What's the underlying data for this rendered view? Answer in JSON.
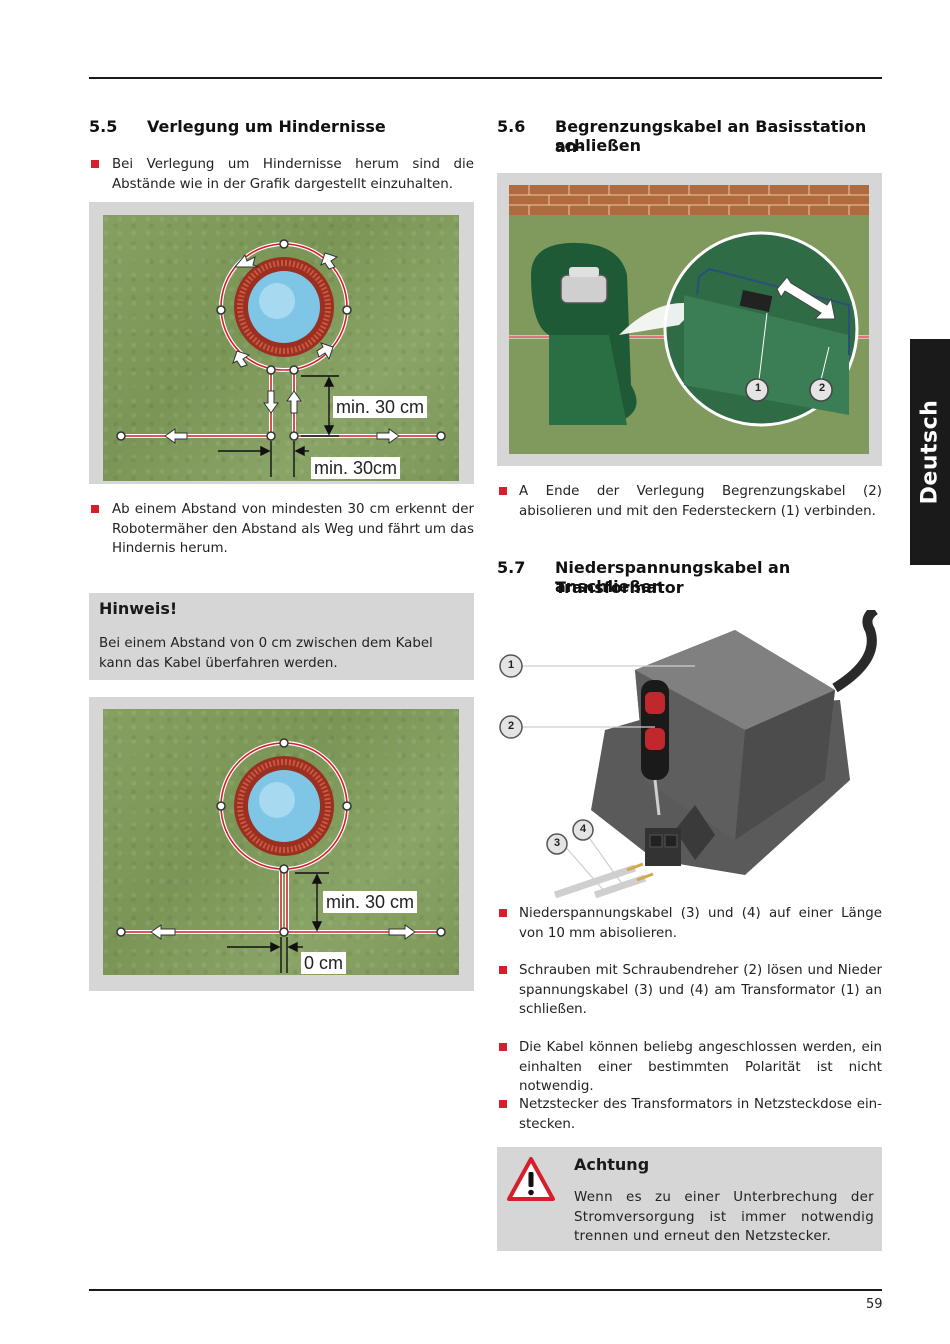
{
  "side_tab": "Deutsch",
  "page_number": "59",
  "section_5_5": {
    "number": "5.5",
    "title": "Verlegung um Hindernisse",
    "bullet1": "Bei Verlegung um Hindernisse herum sind die Abstände wie in der Grafik dargestellt einzuhalten.",
    "figure1_label_a": "min. 30 cm",
    "figure1_label_b": "min. 30cm",
    "bullet2": "Ab einem Abstand von mindesten 30 cm erkennt der Robotermäher den Abstand als Weg und fährt um das Hindernis herum.",
    "hint_title": "Hinweis!",
    "hint_text": "Bei einem Abstand von 0 cm zwischen dem Kabel kann das Kabel überfahren werden.",
    "figure2_label_a": "min. 30 cm",
    "figure2_label_b": "0 cm"
  },
  "section_5_6": {
    "number": "5.6",
    "title_line1": "Begrenzungskabel an Basisstation an-",
    "title_line2": "schließen",
    "callout_1": "1",
    "callout_2": "2",
    "bullet1": "A Ende der Verlegung Begrenzungskabel (2) abisolieren und mit den Federsteckern (1) verbinden."
  },
  "section_5_7": {
    "number": "5.7",
    "title_line1": "Niederspannungskabel an Transformator",
    "title_line2": "anschließen",
    "callout_1": "1",
    "callout_2": "2",
    "callout_3": "3",
    "callout_4": "4",
    "bullet1": "Niederspannungskabel (3) und (4) auf einer Länge von 10 mm abisolieren.",
    "bullet2": "Schrauben mit Schraubendreher (2) lösen und Nieder spannungskabel (3) und (4) am Transformator (1) an schließen.",
    "bullet3": "Die Kabel können beliebg angeschlossen werden, ein einhalten einer bestimmten Polarität ist nicht notwendig.",
    "bullet4": "Netzstecker des Transformators in Netzsteckdose ein-stecken.",
    "warning_title": "Achtung",
    "warning_text": "Wenn es zu einer Unterbrechung der Stromversorgung ist immer notwendig trennen und erneut den Netzstecker."
  }
}
